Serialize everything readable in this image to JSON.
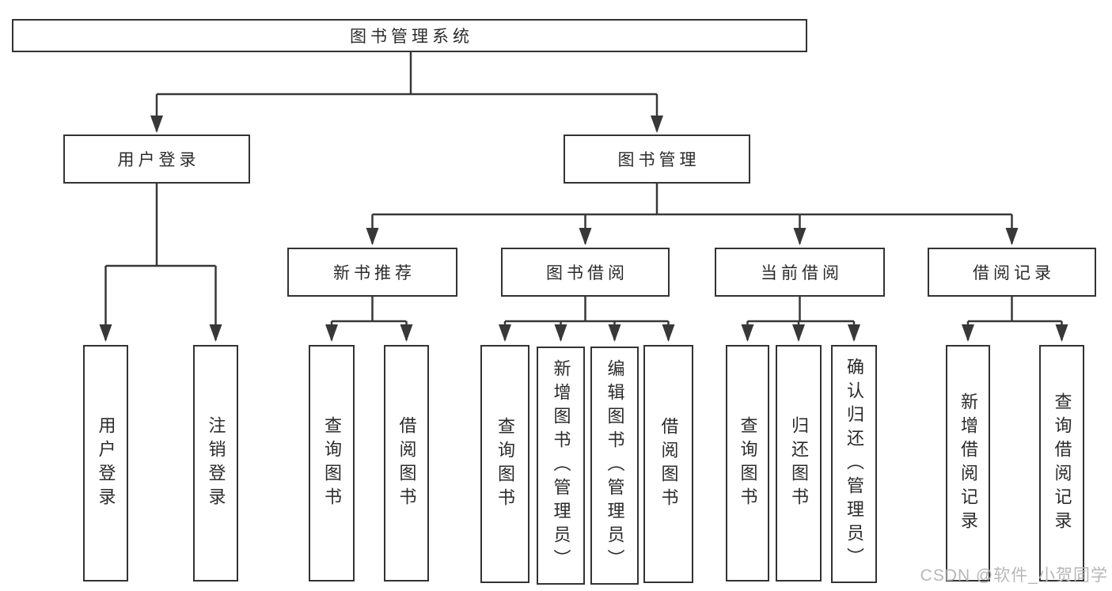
{
  "tree": {
    "root": {
      "label": "图书管理系统"
    },
    "branches": [
      {
        "label": "用户登录",
        "leaves": [
          {
            "label": "用户登录"
          },
          {
            "label": "注销登录"
          }
        ]
      },
      {
        "label": "图书管理",
        "groups": [
          {
            "label": "新书推荐",
            "leaves": [
              {
                "label": "查询图书"
              },
              {
                "label": "借阅图书"
              }
            ]
          },
          {
            "label": "图书借阅",
            "leaves": [
              {
                "label": "查询图书"
              },
              {
                "label": "新增图书（管理员）"
              },
              {
                "label": "编辑图书（管理员）"
              },
              {
                "label": "借阅图书"
              }
            ]
          },
          {
            "label": "当前借阅",
            "leaves": [
              {
                "label": "查询图书"
              },
              {
                "label": "归还图书"
              },
              {
                "label": "确认归还（管理员）"
              }
            ]
          },
          {
            "label": "借阅记录",
            "leaves": [
              {
                "label": "新增借阅记录"
              },
              {
                "label": "查询借阅记录"
              }
            ]
          }
        ]
      }
    ]
  },
  "watermark": "CSDN @软件_小贺同学",
  "colors": {
    "line": "#383838",
    "border": "#333333",
    "text": "#2b2b2b",
    "watermark": "#b7b7b7",
    "background": "#ffffff"
  }
}
